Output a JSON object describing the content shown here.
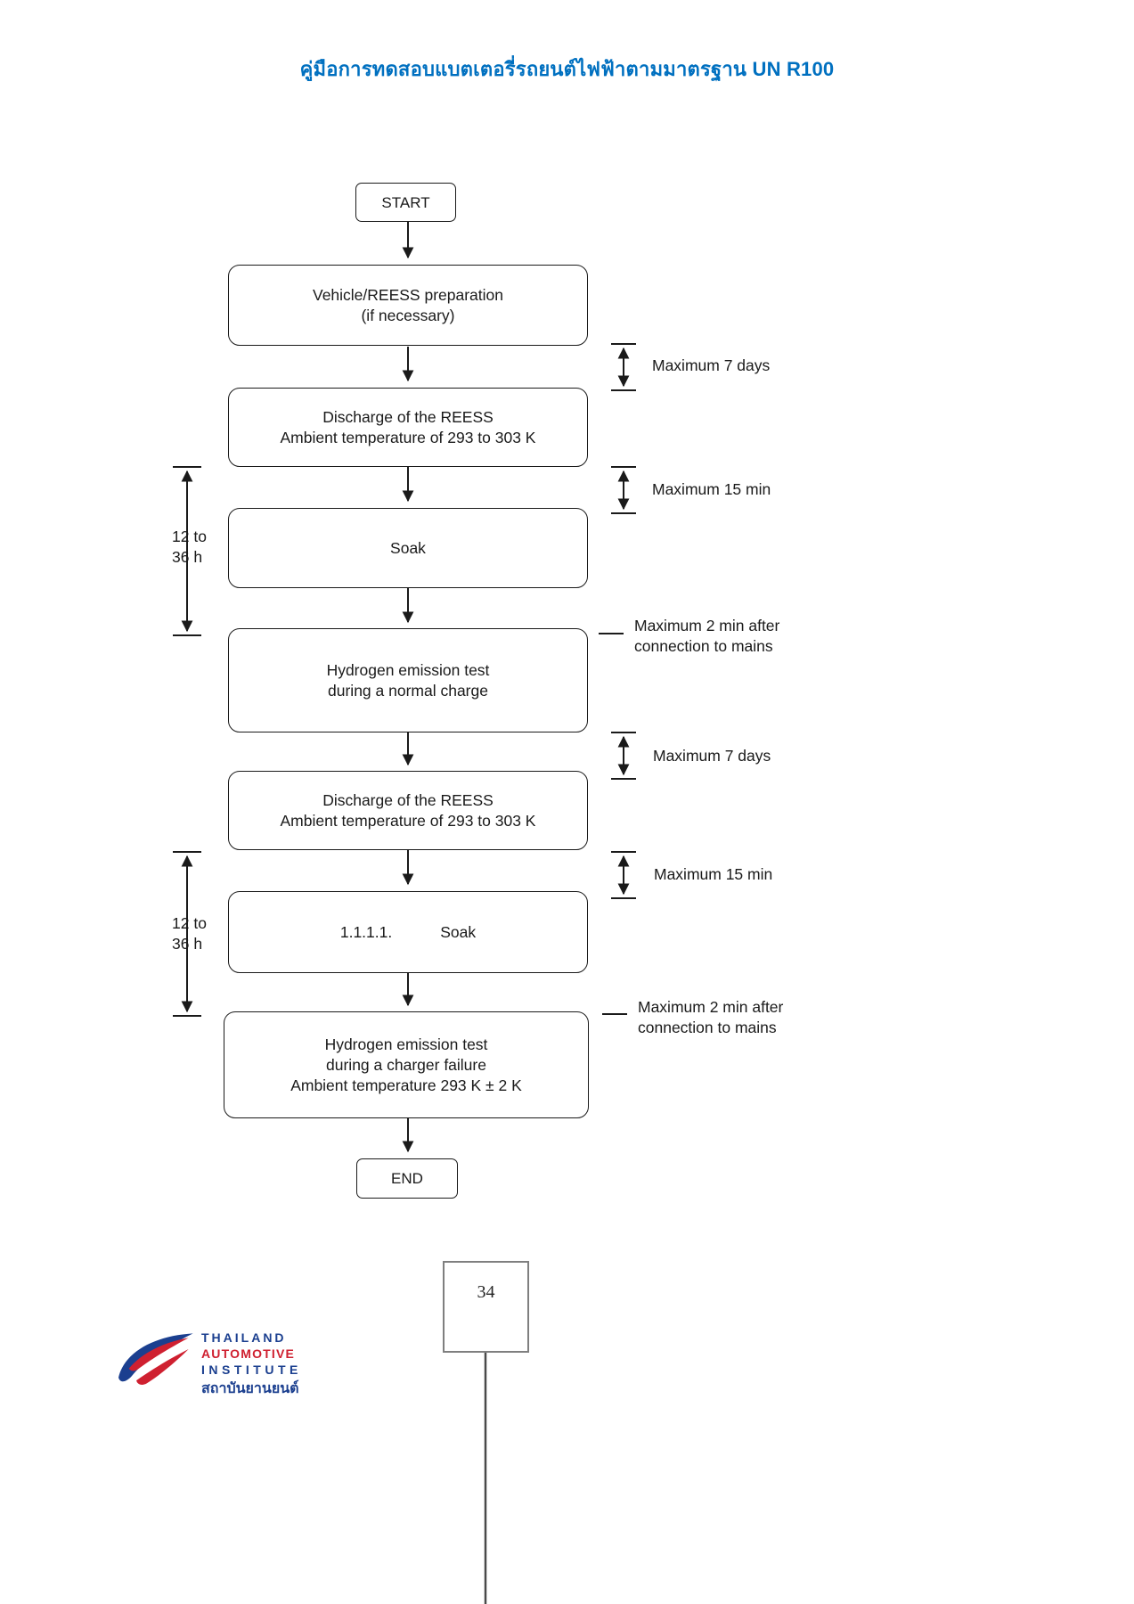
{
  "page": {
    "header_title": "คู่มือการทดสอบแบตเตอรี่รถยนต์ไฟฟ้าตามมาตรฐาน UN R100",
    "page_number": "34"
  },
  "flowchart": {
    "start": {
      "label": "START"
    },
    "prep": {
      "line1": "Vehicle/REESS preparation",
      "line2": "(if necessary)"
    },
    "discharge1": {
      "line1": "Discharge of the REESS",
      "line2": "Ambient temperature of 293 to 303 K"
    },
    "soak1": {
      "label": "Soak"
    },
    "h2_normal": {
      "line1": "Hydrogen emission test",
      "line2": "during a normal charge"
    },
    "discharge2": {
      "line1": "Discharge of the REESS",
      "line2": "Ambient temperature of 293 to 303 K"
    },
    "soak2": {
      "prefix": "1.1.1.1.",
      "label": "Soak"
    },
    "h2_failure": {
      "line1": "Hydrogen emission test",
      "line2": "during a charger failure",
      "line3": "Ambient temperature 293 K ± 2 K"
    },
    "end": {
      "label": "END"
    },
    "annotations": {
      "max7days_1": "Maximum 7 days",
      "max15min_1": "Maximum 15 min",
      "max2min_1_line1": "Maximum 2 min after",
      "max2min_1_line2": "connection to mains",
      "max7days_2": "Maximum 7 days",
      "max15min_2": "Maximum 15 min",
      "max2min_2_line1": "Maximum 2 min after",
      "max2min_2_line2": "connection to mains",
      "soak_duration_line1": "12 to",
      "soak_duration_line2": "36 h"
    }
  },
  "footer": {
    "logo_text1": "THAILAND",
    "logo_text2": "AUTOMOTIVE",
    "logo_text3": "INSTITUTE",
    "logo_text4": "สถาบันยานยนต์"
  },
  "colors": {
    "title_blue": "#0070C0",
    "logo_blue": "#1b3f8f",
    "logo_red": "#cf2030",
    "line_black": "#1a1a1a"
  }
}
